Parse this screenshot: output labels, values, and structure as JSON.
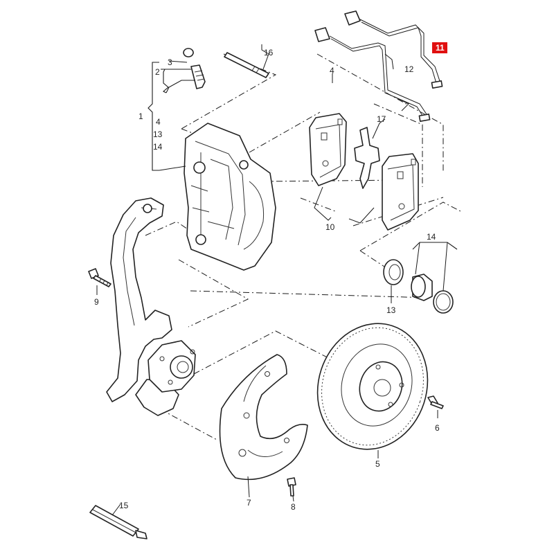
{
  "callouts": {
    "c1": "1",
    "c2": "2",
    "c3": "3",
    "c4a": "4",
    "c4b": "4",
    "c5": "5",
    "c6": "6",
    "c7": "7",
    "c8": "8",
    "c9": "9",
    "c10": "10",
    "c11": "11",
    "c12": "12",
    "c13a": "13",
    "c13b": "13",
    "c14a": "14",
    "c14b": "14",
    "c15": "15",
    "c16": "16",
    "c17": "17"
  },
  "colors": {
    "highlight": "#e01010",
    "line": "#222222",
    "background": "#ffffff"
  }
}
